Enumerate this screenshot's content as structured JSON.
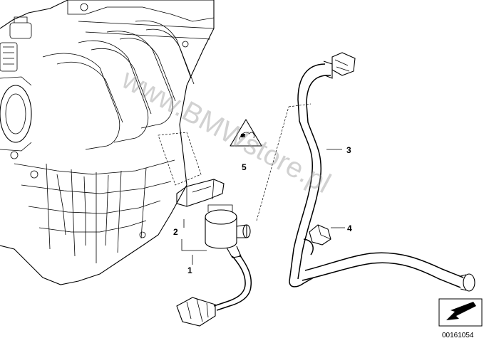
{
  "callouts": {
    "c1": "1",
    "c2": "2",
    "c3": "3",
    "c4": "4",
    "c5": "5"
  },
  "watermark": "www.BMWstore.pl",
  "reference_number": "00161054",
  "icons": {
    "warning_label": "warning-triangle-icon",
    "view_direction": "direction-arrow-icon"
  }
}
